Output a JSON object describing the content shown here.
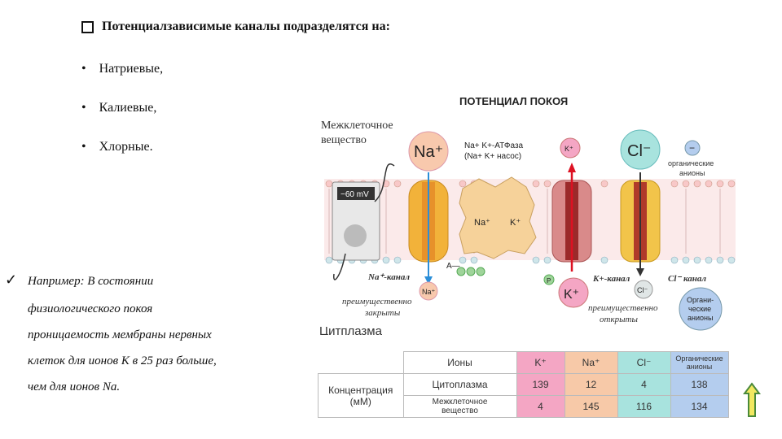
{
  "heading": "Потенциалзависимые каналы подразделятся на:",
  "bullets": [
    "Натриевые,",
    "Калиевые,",
    "Хлорные."
  ],
  "bullet_marker": "•",
  "note_mark": "✓",
  "note_lines": [
    "Например: В состоянии",
    "физиологического покоя",
    "проницаемость мембраны нервных",
    "клеток для ионов   K в 25 раз больше,",
    "чем для ионов Na."
  ],
  "diagram": {
    "title": "ПОТЕНЦИАЛ ПОКОЯ",
    "extracellular_1": "Межклеточное",
    "extracellular_2": "вещество",
    "cytoplasm": "Цитплазма",
    "voltmeter": "−60 mV",
    "na_big": "Na⁺",
    "k_small_top": "K⁺",
    "cl_big": "Cl⁻",
    "minus": "−",
    "organic_top_1": "органические",
    "organic_top_2": "анионы",
    "atpase_1": "Na+ K+-АТФаза",
    "atpase_2": "(Na+  K+ насос)",
    "pump_na": "Na⁺",
    "pump_k": "K⁺",
    "a_ppp": "A—",
    "na_channel": "Na⁺-канал",
    "na_small_bottom": "Na⁺",
    "predominantly_closed_1": "преимущественно",
    "predominantly_closed_2": "закрыты",
    "k_big_bottom": "K⁺",
    "k_channel": "K+-канал",
    "cl_small_bottom": "Cl⁻",
    "cl_channel": "Cl⁻ канал",
    "predominantly_open_1": "преимущественно",
    "predominantly_open_2": "открыты",
    "organic_bottom_1": "Органи-",
    "organic_bottom_2": "ческие",
    "organic_bottom_3": "анионы",
    "p_label": "P"
  },
  "table": {
    "ions_header": "Ионы",
    "col_k": "K⁺",
    "col_na": "Na⁺",
    "col_cl": "Cl⁻",
    "col_org": "Органические анионы",
    "row_label_1": "Концентрация",
    "row_label_2": "(мМ)",
    "cytoplasm": "Цитоплазма",
    "extracellular_1": "Межклеточное",
    "extracellular_2": "вещество",
    "cyto_values": [
      "139",
      "12",
      "4",
      "138"
    ],
    "extra_values": [
      "4",
      "145",
      "116",
      "134"
    ]
  },
  "colors": {
    "k": "#f4a6c4",
    "na": "#f7c9a8",
    "cl": "#a8e3de",
    "organic": "#b4cdee",
    "nav_arrow": "#f2e860"
  }
}
